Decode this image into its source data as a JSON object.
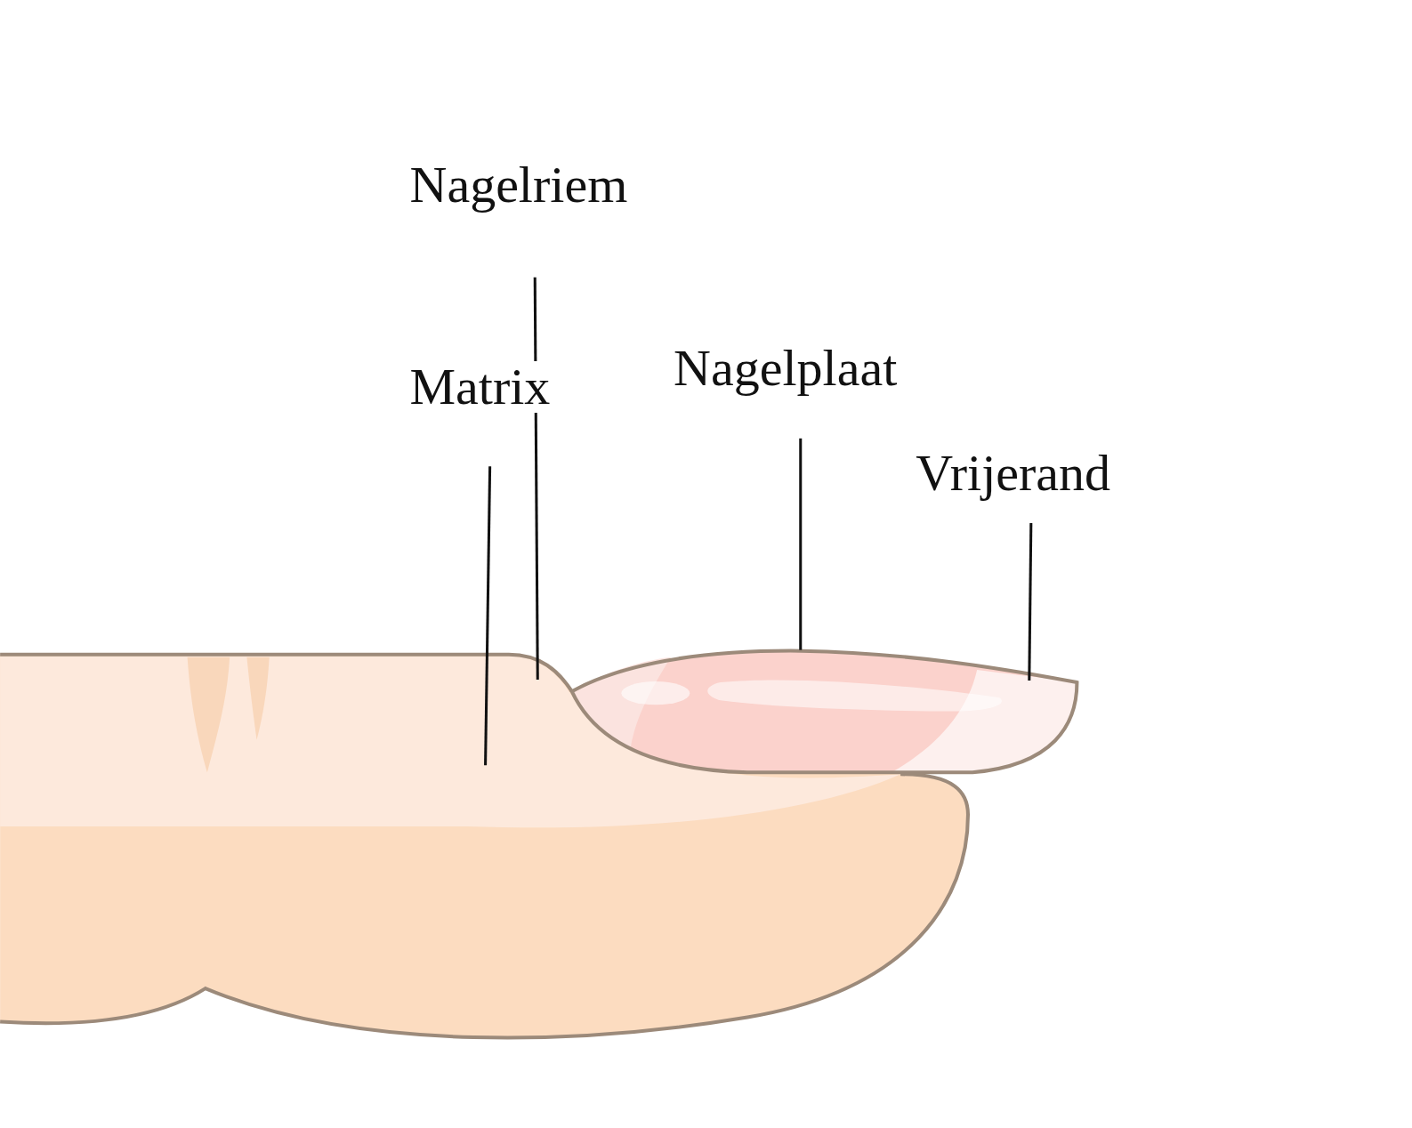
{
  "diagram": {
    "labels": [
      "Nagelriem",
      "Matrix",
      "Nagelplaat",
      "Vrijerand"
    ]
  }
}
